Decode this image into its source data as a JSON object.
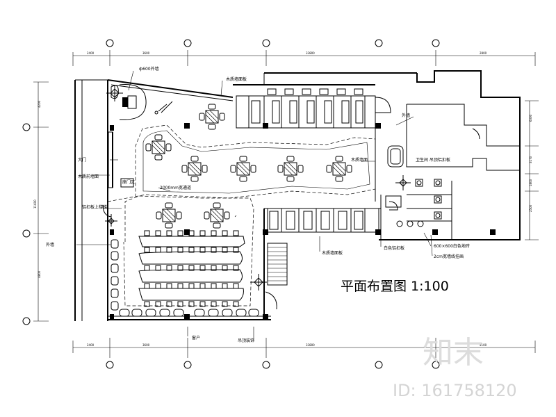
{
  "plan": {
    "title": "平面布置图 1:100",
    "dims_top": [
      "2400",
      "3600",
      "33800",
      "2800"
    ],
    "dims_bottom": [
      "2400",
      "3600",
      "33800",
      "4100"
    ],
    "dims_left": [
      "4200",
      "11600",
      "4800"
    ],
    "dims_right": [
      "6300",
      "3170",
      "1800",
      "2500"
    ],
    "labels": [
      "ф600外墙",
      "木质墙面板",
      "大门",
      "木质前墙面",
      "座门区",
      "铝扣板上楼梯",
      "外墙",
      "2000mm宽通道",
      "卫生间 吊顶铝扣板",
      "木质墙面板",
      "白色铝扣板",
      "600×600白色地砖",
      "2cm宽墙线挂画",
      "木质墙面",
      "外墙",
      "吊顶装饰",
      "窗户"
    ]
  },
  "watermark": {
    "site": "知末",
    "id": "ID: 161758120"
  }
}
